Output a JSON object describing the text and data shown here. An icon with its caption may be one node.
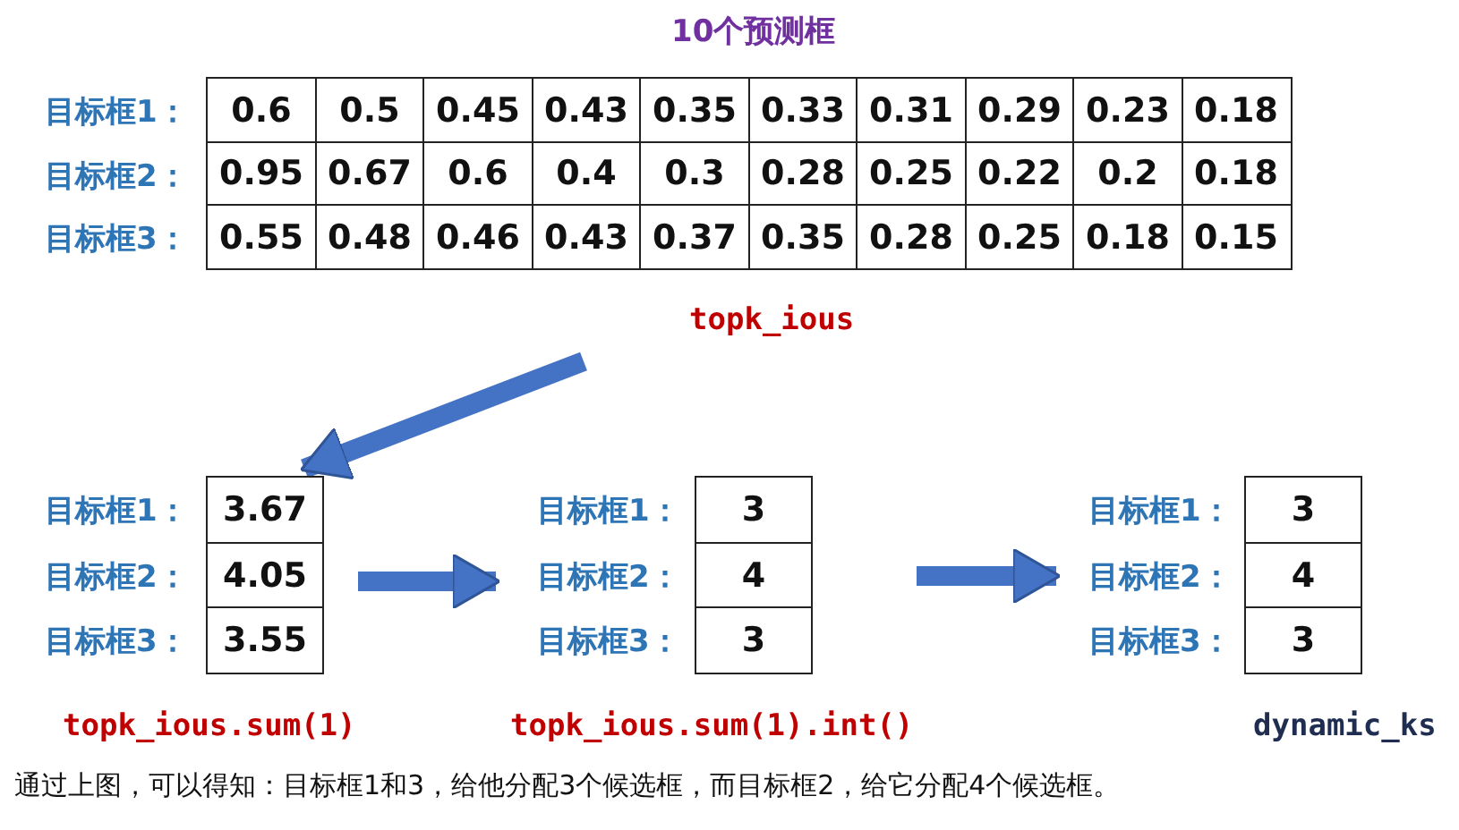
{
  "diagram": {
    "caption": "通过上图，可以得知：目标框1和3，给他分配3个候选框，而目标框2，给它分配4个候选框。",
    "nodes": [
      {
        "text": [
          "10个预测框",
          "目标框1：",
          "0.6",
          "0.5",
          "0.45",
          "0.43",
          "0.35",
          "0.33",
          "0.31",
          "0.29",
          "0.23",
          "0.18",
          "目标框2：",
          "0.95",
          "0.67",
          "0.6",
          "0.4",
          "0.3",
          "0.28",
          "0.25",
          "0.22",
          "0.2",
          "0.18",
          "目标框3：",
          "0.55",
          "0.48",
          "0.46",
          "0.43",
          "0.37",
          "0.35",
          "0.28",
          "0.25",
          "0.18",
          "0.15"
        ],
        "beside": [
          "topk_ious"
        ]
      },
      {
        "text": [
          "目标框1：",
          "3.67",
          "目标框2：",
          "4.05",
          "目标框3：",
          "3.55"
        ],
        "beside": [
          "topk_ious.sum(1)"
        ]
      },
      {
        "text": [
          "目标框1：",
          "3",
          "目标框2：",
          "4",
          "目标框3：",
          "3"
        ],
        "beside": [
          "topk_ious.sum(1).int()"
        ]
      },
      {
        "text": [
          "目标框1：",
          "3",
          "目标框2：",
          "4",
          "目标框3：",
          "3"
        ],
        "beside": [
          "dynamic_ks"
        ]
      }
    ],
    "edges": [
      {
        "from": 0,
        "to": 1,
        "arrow": "to"
      },
      {
        "from": 1,
        "to": 2,
        "arrow": "to"
      },
      {
        "from": 2,
        "to": 3,
        "arrow": "to"
      }
    ]
  }
}
